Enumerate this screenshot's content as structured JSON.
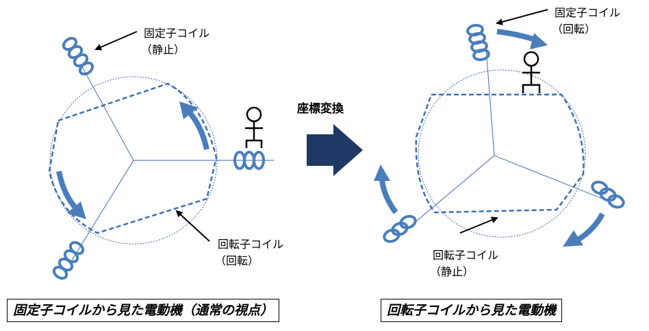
{
  "left_panel": {
    "stator_label": "固定子コイル",
    "stator_state": "（静止）",
    "rotor_label": "回転子コイル",
    "rotor_state": "（回転）",
    "caption": "固定子コイルから見た電動機（通常の視点）"
  },
  "center": {
    "transform_label": "座標変換"
  },
  "right_panel": {
    "stator_label": "固定子コイル",
    "stator_state": "（回転）",
    "rotor_label": "回転子コイル",
    "rotor_state": "（静止）",
    "caption": "回転子コイルから見た電動機"
  },
  "colors": {
    "accent_blue": "#4a7ebb",
    "dark_navy": "#1f3864",
    "line_blue": "#5b7fc0"
  }
}
